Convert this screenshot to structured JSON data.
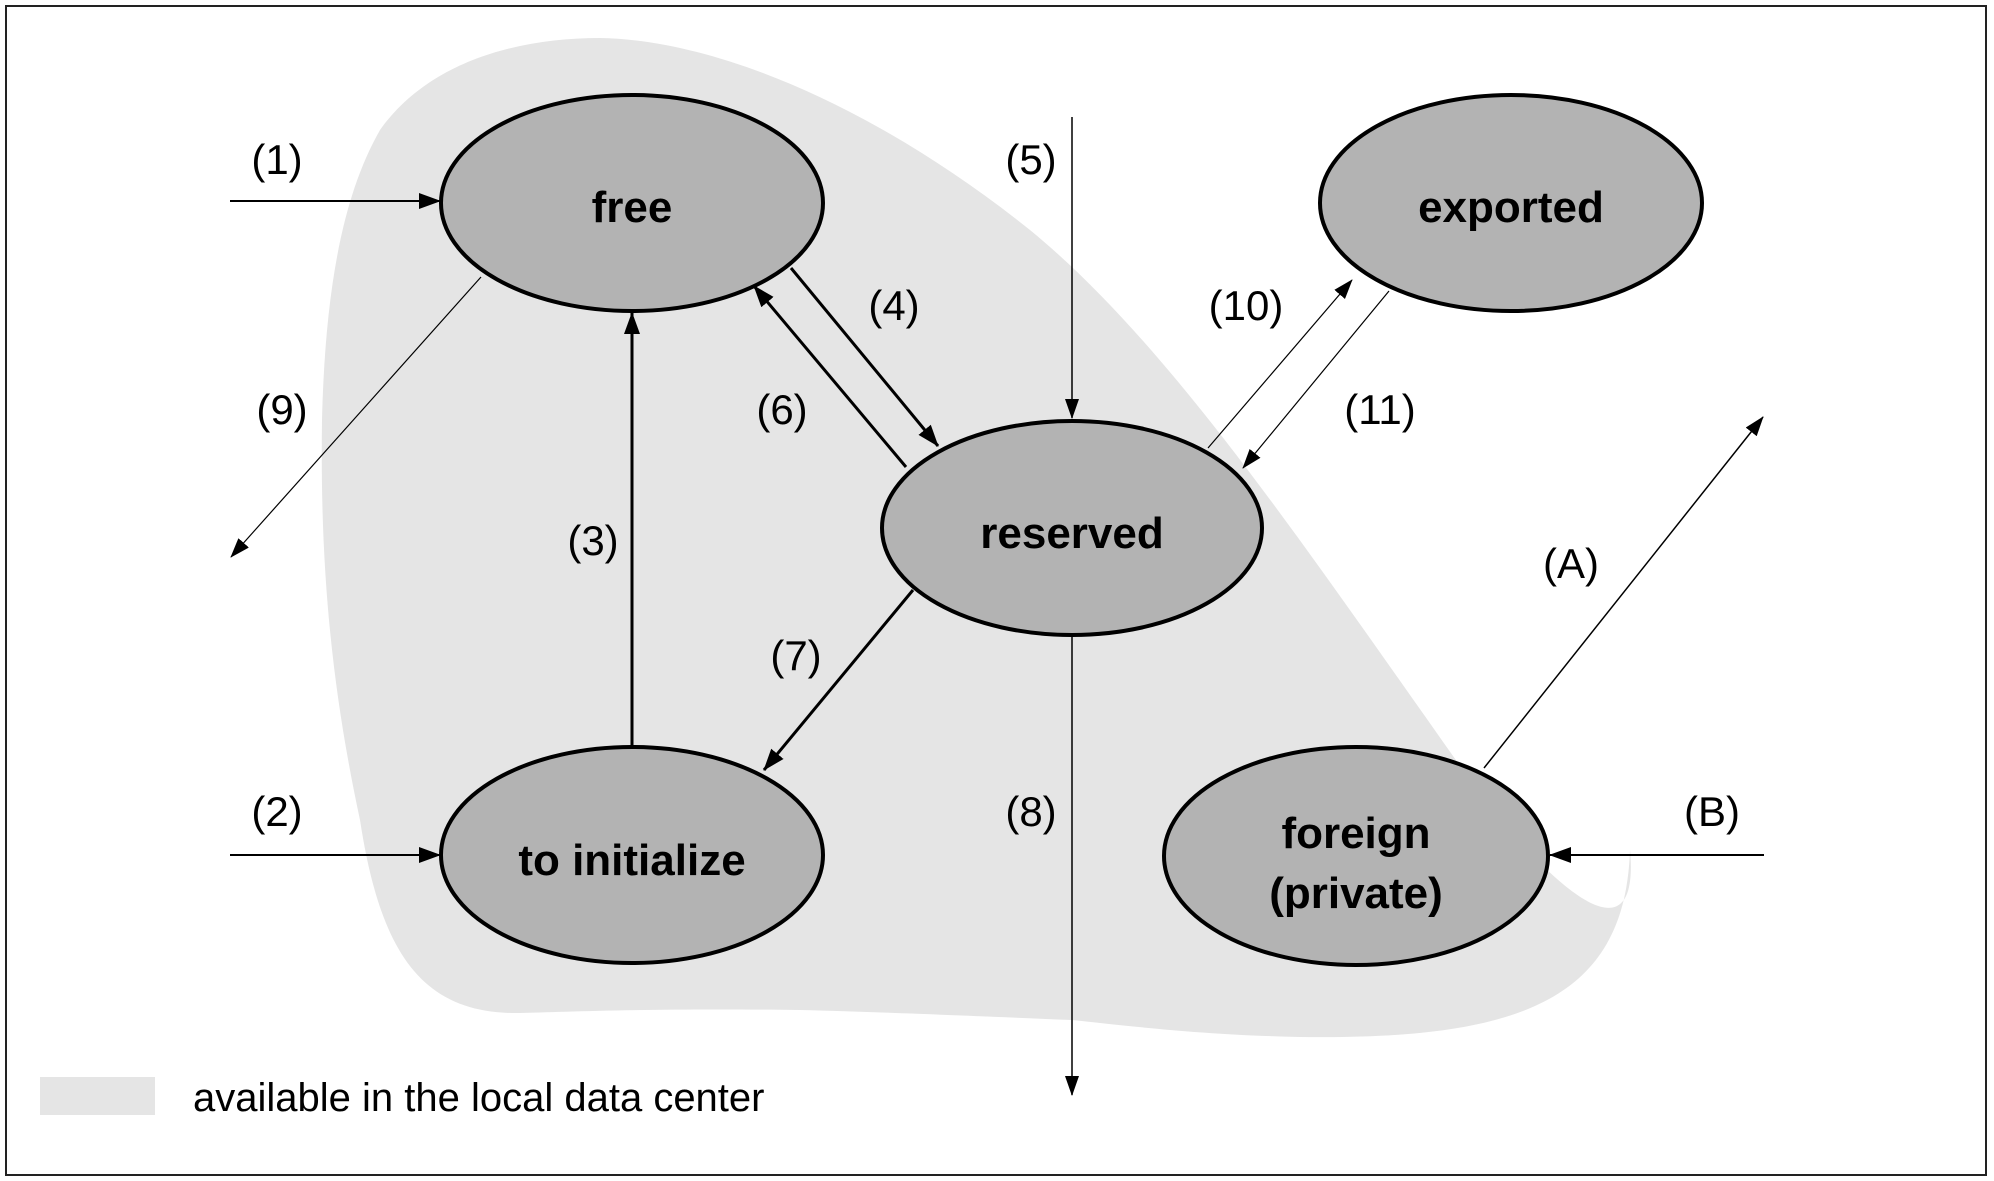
{
  "diagram": {
    "colors": {
      "region_fill": "#e5e5e5",
      "node_fill": "#b3b3b3",
      "stroke": "#000000",
      "background": "#ffffff"
    },
    "nodes": [
      {
        "id": "free",
        "label": "free"
      },
      {
        "id": "exported",
        "label": "exported"
      },
      {
        "id": "reserved",
        "label": "reserved"
      },
      {
        "id": "to_initialize",
        "label": "to initialize"
      },
      {
        "id": "foreign",
        "label_line1": "foreign",
        "label_line2": "(private)"
      }
    ],
    "edges": [
      {
        "id": "e1",
        "label": "(1)",
        "from": "outside",
        "to": "free"
      },
      {
        "id": "e2",
        "label": "(2)",
        "from": "outside",
        "to": "to_initialize"
      },
      {
        "id": "e3",
        "label": "(3)",
        "from": "to_initialize",
        "to": "free",
        "bold": true
      },
      {
        "id": "e4",
        "label": "(4)",
        "from": "free",
        "to": "reserved",
        "bold": true
      },
      {
        "id": "e5",
        "label": "(5)",
        "from": "outside",
        "to": "reserved"
      },
      {
        "id": "e6",
        "label": "(6)",
        "from": "reserved",
        "to": "free",
        "bold": true
      },
      {
        "id": "e7",
        "label": "(7)",
        "from": "reserved",
        "to": "to_initialize",
        "bold": true
      },
      {
        "id": "e8",
        "label": "(8)",
        "from": "reserved",
        "to": "outside"
      },
      {
        "id": "e9",
        "label": "(9)",
        "from": "free",
        "to": "outside"
      },
      {
        "id": "e10",
        "label": "(10)",
        "from": "reserved",
        "to": "exported"
      },
      {
        "id": "e11",
        "label": "(11)",
        "from": "exported",
        "to": "reserved"
      },
      {
        "id": "eA",
        "label": "(A)",
        "from": "foreign",
        "to": "outside"
      },
      {
        "id": "eB",
        "label": "(B)",
        "from": "outside",
        "to": "foreign"
      }
    ],
    "legend": {
      "label": "available in the local data center"
    }
  }
}
